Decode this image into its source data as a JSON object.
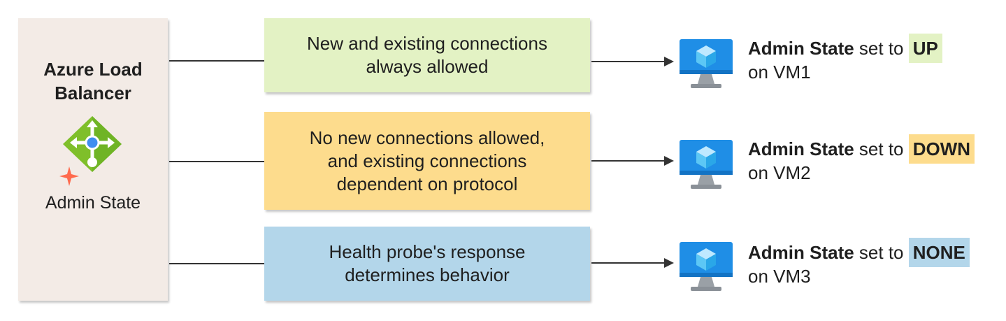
{
  "load_balancer": {
    "title_line1": "Azure Load",
    "title_line2": "Balancer",
    "subtitle": "Admin State",
    "icon": "load-balancer-icon"
  },
  "rows": [
    {
      "box_line1": "New and existing connections",
      "box_line2": "always allowed",
      "box_line3": "",
      "box_color": "#e3f2c4",
      "label_bold": "Admin State",
      "label_mid": " set to ",
      "state": "UP",
      "state_color": "#e3f2c4",
      "vm": "on VM1"
    },
    {
      "box_line1": "No new connections allowed,",
      "box_line2": "and existing connections",
      "box_line3": "dependent on protocol",
      "box_color": "#fddc8d",
      "label_bold": "Admin State",
      "label_mid": " set to ",
      "state": "DOWN",
      "state_color": "#fddc8d",
      "vm": "on VM2"
    },
    {
      "box_line1": "Health probe's response",
      "box_line2": "determines behavior",
      "box_line3": "",
      "box_color": "#b3d6ea",
      "label_bold": "Admin State",
      "label_mid": " set to ",
      "state": "NONE",
      "state_color": "#b3d6ea",
      "vm": "on VM3"
    }
  ],
  "colors": {
    "panel": "#f3ebe6",
    "line": "#333333",
    "vm_blue": "#1f8ee6",
    "lb_green": "#7fbf2a",
    "sparkle": "#ff6a4d"
  }
}
